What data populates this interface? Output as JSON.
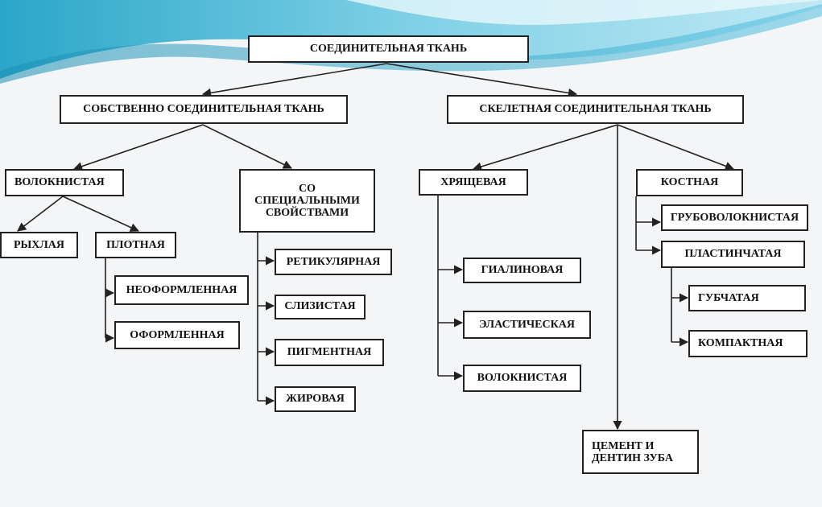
{
  "diagram": {
    "root": "СОЕДИНИТЕЛЬНАЯ ТКАНЬ",
    "proper": {
      "label": "СОБСТВЕННО СОЕДИНИТЕЛЬНАЯ ТКАНЬ",
      "fibrous": {
        "label": "ВОЛОКНИСТАЯ",
        "loose": "РЫХЛАЯ",
        "dense": {
          "label": "ПЛОТНАЯ",
          "unformed": "НЕОФОРМЛЕННАЯ",
          "formed": "ОФОРМЛЕННАЯ"
        }
      },
      "special": {
        "label": "СО СПЕЦИАЛЬНЫМИ СВОЙСТВАМИ",
        "reticular": "РЕТИКУЛЯРНАЯ",
        "mucous": "СЛИЗИСТАЯ",
        "pigment": "ПИГМЕНТНАЯ",
        "adipose": "ЖИРОВАЯ"
      }
    },
    "skeletal": {
      "label": "СКЕЛЕТНАЯ СОЕДИНИТЕЛЬНАЯ ТКАНЬ",
      "cartilage": {
        "label": "ХРЯЩЕВАЯ",
        "hyaline": "ГИАЛИНОВАЯ",
        "elastic": "ЭЛАСТИЧЕСКАЯ",
        "fibrous": "ВОЛОКНИСТАЯ"
      },
      "bone": {
        "label": "КОСТНАЯ",
        "coarse": "ГРУБОВОЛОКНИСТАЯ",
        "lamellar": {
          "label": "ПЛАСТИНЧАТАЯ",
          "spongy": "ГУБЧАТАЯ",
          "compact": "КОМПАКТНАЯ"
        }
      },
      "tooth": "ЦЕМЕНТ И ДЕНТИН ЗУБА"
    }
  }
}
